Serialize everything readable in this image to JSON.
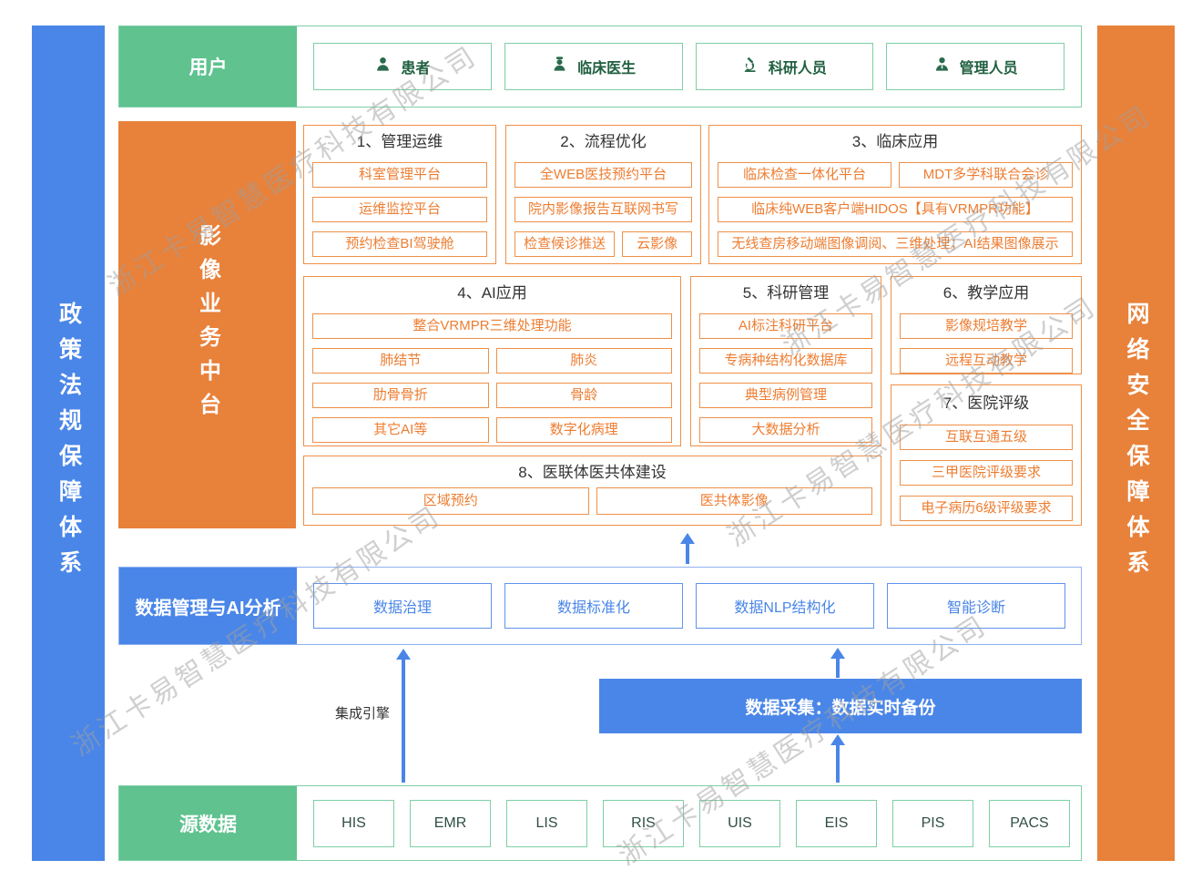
{
  "watermark": {
    "text": "浙江卡易智慧医疗科技有限公司"
  },
  "side_bars": {
    "left": "政策法规保障体系",
    "right": "网络安全保障体系"
  },
  "users_row": {
    "label": "用户",
    "items": [
      {
        "label": "患者",
        "icon": "patient-icon"
      },
      {
        "label": "临床医生",
        "icon": "doctor-icon"
      },
      {
        "label": "科研人员",
        "icon": "microscope-icon"
      },
      {
        "label": "管理人员",
        "icon": "admin-icon"
      }
    ]
  },
  "platform": {
    "label": "影像业务中台",
    "sections": {
      "s1": {
        "title": "1、管理运维",
        "items": [
          "科室管理平台",
          "运维监控平台",
          "预约检查BI驾驶舱"
        ]
      },
      "s2": {
        "title": "2、流程优化",
        "items": [
          "全WEB医技预约平台",
          "院内影像报告互联网书写",
          "检查候诊推送",
          "云影像"
        ]
      },
      "s3": {
        "title": "3、临床应用",
        "items": [
          "临床检查一体化平台",
          "MDT多学科联合会诊",
          "临床纯WEB客户端HIDOS【具有VRMPR功能】",
          "无线查房移动端图像调阅、三维处理；AI结果图像展示"
        ]
      },
      "s4": {
        "title": "4、AI应用",
        "items": [
          "整合VRMPR三维处理功能",
          "肺结节",
          "肺炎",
          "肋骨骨折",
          "骨龄",
          "其它AI等",
          "数字化病理"
        ]
      },
      "s5": {
        "title": "5、科研管理",
        "items": [
          "AI标注科研平台",
          "专病种结构化数据库",
          "典型病例管理",
          "大数据分析"
        ]
      },
      "s6": {
        "title": "6、教学应用",
        "items": [
          "影像规培教学",
          "远程互动教学"
        ]
      },
      "s7": {
        "title": "7、医院评级",
        "items": [
          "互联互通五级",
          "三甲医院评级要求",
          "电子病历6级评级要求"
        ]
      },
      "s8": {
        "title": "8、医联体医共体建设",
        "items": [
          "区域预约",
          "医共体影像"
        ]
      }
    }
  },
  "data_mgmt_row": {
    "label": "数据管理与AI分析",
    "items": [
      "数据治理",
      "数据标准化",
      "数据NLP结构化",
      "智能诊断"
    ]
  },
  "middle": {
    "integration_engine": "集成引擎",
    "data_collection": "数据采集：数据实时备份"
  },
  "source_row": {
    "label": "源数据",
    "items": [
      "HIS",
      "EMR",
      "LIS",
      "RIS",
      "UIS",
      "EIS",
      "PIS",
      "PACS"
    ]
  },
  "colors": {
    "green": "#5fc28f",
    "orange": "#e8813a",
    "blue": "#4a86e8",
    "orange_text": "#ed7d31",
    "watermark_gray": "#d0d0d0"
  }
}
